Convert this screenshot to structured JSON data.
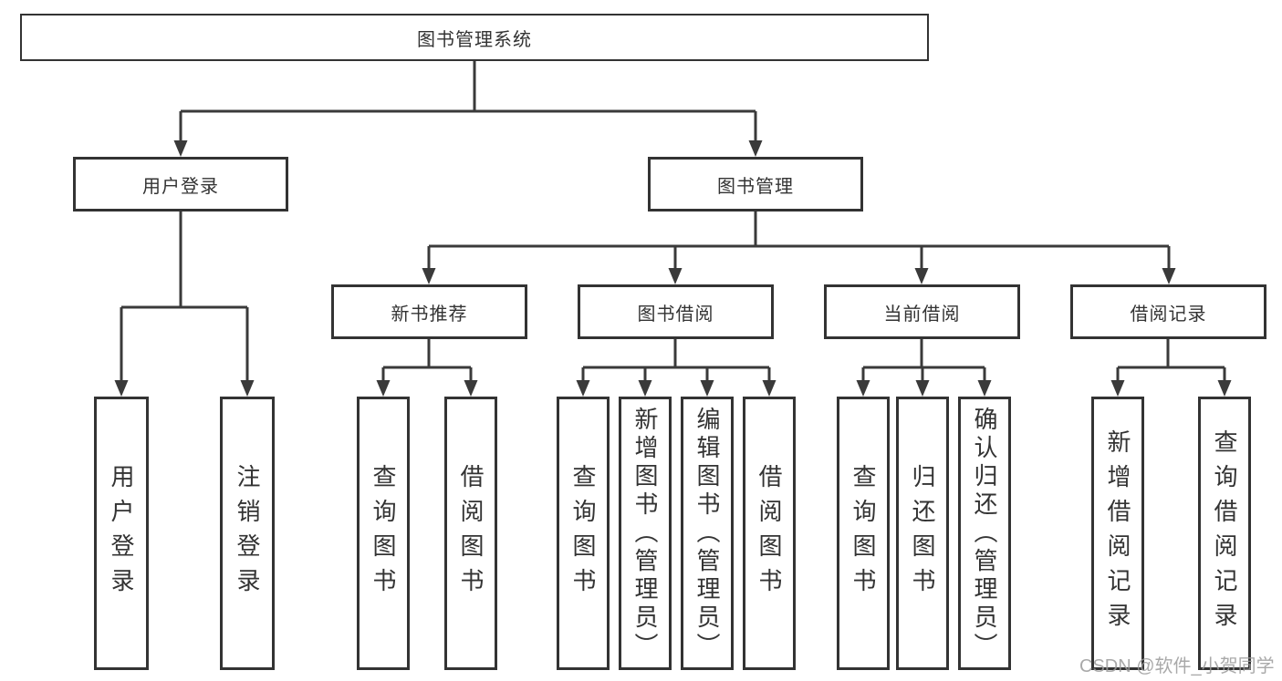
{
  "diagram": {
    "root": {
      "label": "图书管理系统"
    },
    "level2": [
      {
        "label": "用户登录"
      },
      {
        "label": "图书管理"
      }
    ],
    "level3": [
      {
        "label": "新书推荐"
      },
      {
        "label": "图书借阅"
      },
      {
        "label": "当前借阅"
      },
      {
        "label": "借阅记录"
      }
    ],
    "leaves": {
      "user_login": [
        "用户登录",
        "注销登录"
      ],
      "new_book": [
        "查询图书",
        "借阅图书"
      ],
      "book_borrow": [
        "查询图书",
        "新增图书（管理员）",
        "编辑图书（管理员）",
        "借阅图书"
      ],
      "current_borrow": [
        "查询图书",
        "归还图书",
        "确认归还（管理员）"
      ],
      "borrow_records": [
        "新增借阅记录",
        "查询借阅记录"
      ]
    }
  },
  "watermark": "CSDN @软件_小贺同学",
  "colors": {
    "line": "#3a3a3a",
    "box-border": "#333333",
    "text": "#333333",
    "box-bg": "#ffffff",
    "watermark": "#9b9b9b",
    "background": "#ffffff"
  }
}
